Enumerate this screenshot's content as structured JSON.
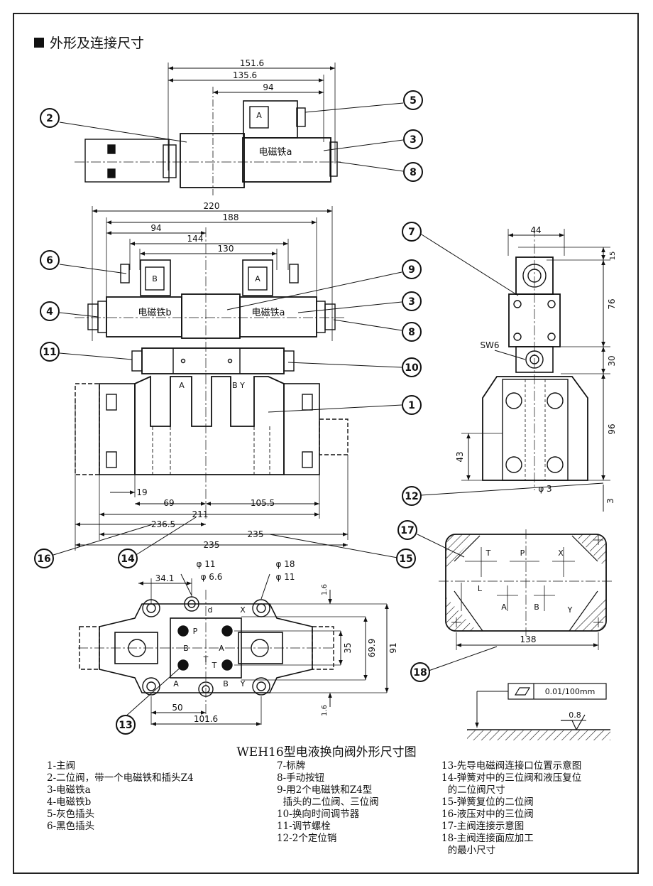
{
  "section_title": "外形及连接尺寸",
  "caption": "WEH16型电液换向阀外形尺寸图",
  "top_view": {
    "dims": [
      "151.6",
      "135.6",
      "94"
    ],
    "magnet_label": "电磁铁a",
    "plug_label": "A",
    "callouts": [
      "2",
      "5",
      "3",
      "8"
    ]
  },
  "front_view": {
    "dims_top": [
      "220",
      "188",
      "94",
      "144",
      "130"
    ],
    "plug_b": "B",
    "plug_a": "A",
    "magnet_b": "电磁铁b",
    "magnet_a": "电磁铁a",
    "port_a": "A",
    "port_by": "B Y",
    "dims_bottom": [
      "19",
      "69",
      "105.5",
      "211",
      "236.5",
      "235",
      "235"
    ],
    "callouts": [
      "6",
      "4",
      "11",
      "9",
      "3",
      "8",
      "10",
      "1",
      "16",
      "14",
      "15"
    ]
  },
  "side_view": {
    "dims": [
      "44",
      "15",
      "76",
      "30",
      "96",
      "43",
      "3"
    ],
    "sw_label": "SW6",
    "pin_label": "φ 3",
    "callouts": [
      "7",
      "12"
    ]
  },
  "bottom_view": {
    "dims": [
      "34.1",
      "φ 11",
      "φ 6.6",
      "φ 18",
      "φ 11",
      "1.6",
      "69.9",
      "91",
      "35",
      "1.6",
      "50",
      "101.6"
    ],
    "ports": [
      "P",
      "B",
      "A",
      "T",
      "T",
      "X",
      "A",
      "B",
      "Y",
      "d"
    ],
    "callouts": [
      "13"
    ]
  },
  "mount_face": {
    "ports": [
      "T",
      "P",
      "X",
      "L",
      "A",
      "B",
      "Y"
    ],
    "dims": [
      "138"
    ],
    "callouts": [
      "17",
      "18"
    ]
  },
  "tolerance": {
    "flatness": "0.01/100mm",
    "roughness": "0.8"
  },
  "legend_col1": [
    "1-主阀",
    "2-二位阀，带一个电磁铁和插头Z4",
    "3-电磁铁a",
    "4-电磁铁b",
    "5-灰色插头",
    "6-黑色插头"
  ],
  "legend_col2": [
    "7-标牌",
    "8-手动按钮",
    "9-用2个电磁铁和Z4型",
    "  插头的二位阀、三位阀",
    "10-换向时间调节器",
    "11-调节螺栓",
    "12-2个定位销"
  ],
  "legend_col3": [
    "13-先导电磁阀连接口位置示意图",
    "14-弹簧对中的三位阀和液压复位",
    "  的二位阀尺寸",
    "15-弹簧复位的二位阀",
    "16-液压对中的三位阀",
    "17-主阀连接示意图",
    "18-主阀连接面应加工",
    "  的最小尺寸"
  ]
}
